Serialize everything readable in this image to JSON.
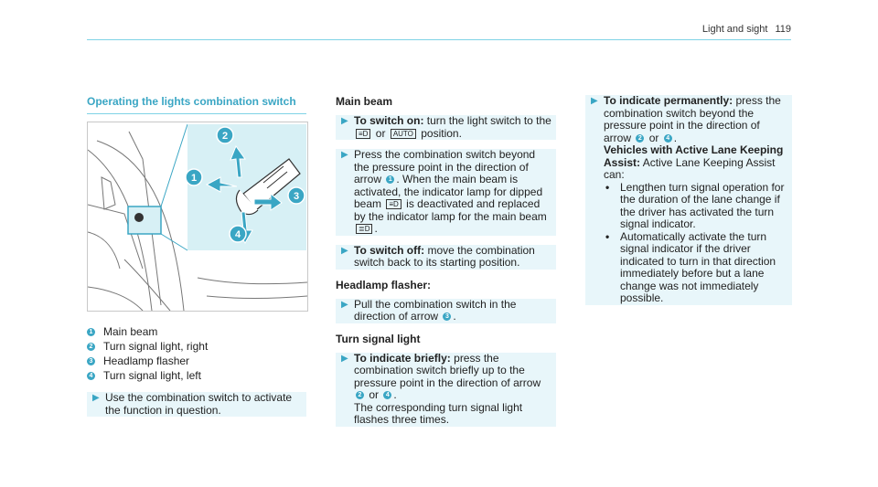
{
  "header": {
    "section": "Light and sight",
    "page_number": "119"
  },
  "col1": {
    "title": "Operating the lights combination switch",
    "callouts": [
      "1",
      "2",
      "3",
      "4"
    ],
    "legend": [
      {
        "num": "1",
        "text": "Main beam"
      },
      {
        "num": "2",
        "text": "Turn signal light, right"
      },
      {
        "num": "3",
        "text": "Headlamp flasher"
      },
      {
        "num": "4",
        "text": "Turn signal light, left"
      }
    ],
    "step": "Use the combination switch to activate the function in question."
  },
  "col2": {
    "main_beam_heading": "Main beam",
    "switch_on_label": "To switch on:",
    "switch_on_text_a": "turn the light switch to the",
    "icon_dipped": "≡D",
    "or": "or",
    "icon_auto": "AUTO",
    "position": "position.",
    "press_text_a": "Press the combination switch beyond the pressure point in the direction of arrow",
    "press_num": "1",
    "press_text_b": ". When the main beam is activated, the indicator lamp for dipped beam",
    "press_text_c": "is deactivated and replaced by the indicator lamp for the main beam",
    "icon_main": "≣D",
    "period": ".",
    "switch_off_label": "To switch off:",
    "switch_off_text": "move the combination switch back to its starting position.",
    "flasher_heading": "Headlamp flasher:",
    "flasher_text": "Pull the combination switch in the direction of arrow",
    "flasher_num": "3",
    "turn_heading": "Turn signal light",
    "briefly_label": "To indicate briefly:",
    "briefly_text_a": "press the combination switch briefly up to the pressure point in the direction of arrow",
    "num2": "2",
    "num4": "4",
    "briefly_text_b": "The corresponding turn signal light flashes three times."
  },
  "col3": {
    "perm_label": "To indicate permanently:",
    "perm_text": "press the combination switch beyond the pressure point in the direction of arrow",
    "num2": "2",
    "or": "or",
    "num4": "4",
    "vehicles_label": "Vehicles with Active Lane Keeping Assist:",
    "vehicles_text": "Active Lane Keeping Assist can:",
    "bullets": [
      "Lengthen turn signal operation for the duration of the lane change if the driver has activated the turn signal indicator.",
      "Automatically activate the turn signal indicator if the driver indicated to turn in that direction immediately before but a lane change was not immediately possible."
    ]
  }
}
